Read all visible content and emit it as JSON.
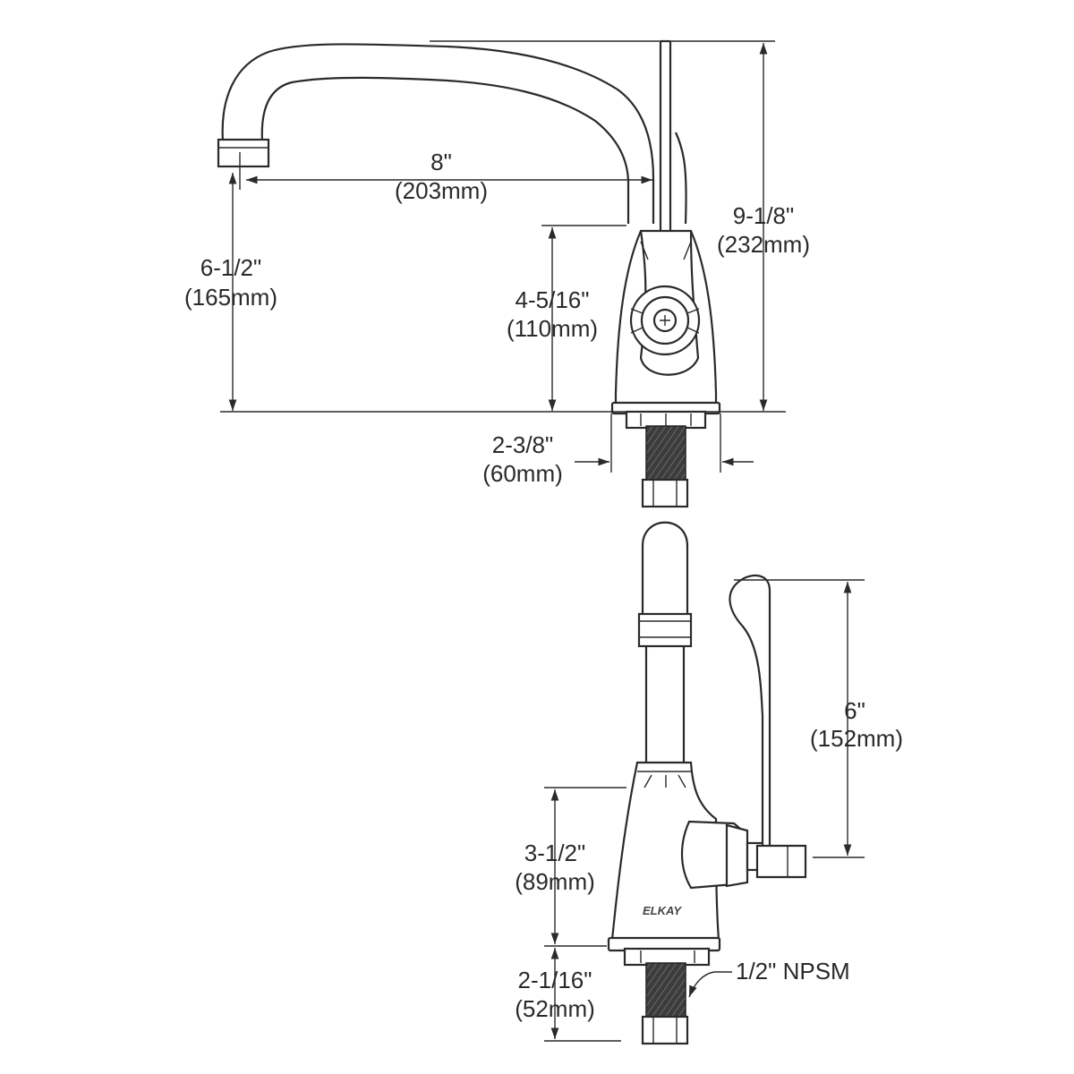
{
  "brand_logo": "ELKAY",
  "dimensions": {
    "spout_reach": {
      "imperial": "8\"",
      "metric": "(203mm)"
    },
    "spout_height": {
      "imperial": "6-1/2\"",
      "metric": "(165mm)"
    },
    "overall_height": {
      "imperial": "9-1/8\"",
      "metric": "(232mm)"
    },
    "body_height_front": {
      "imperial": "4-5/16\"",
      "metric": "(110mm)"
    },
    "base_width": {
      "imperial": "2-3/8\"",
      "metric": "(60mm)"
    },
    "handle_height": {
      "imperial": "6\"",
      "metric": "(152mm)"
    },
    "body_height_side": {
      "imperial": "3-1/2\"",
      "metric": "(89mm)"
    },
    "shank_length": {
      "imperial": "2-1/16\"",
      "metric": "(52mm)"
    },
    "thread_spec": "1/2\" NPSM"
  }
}
